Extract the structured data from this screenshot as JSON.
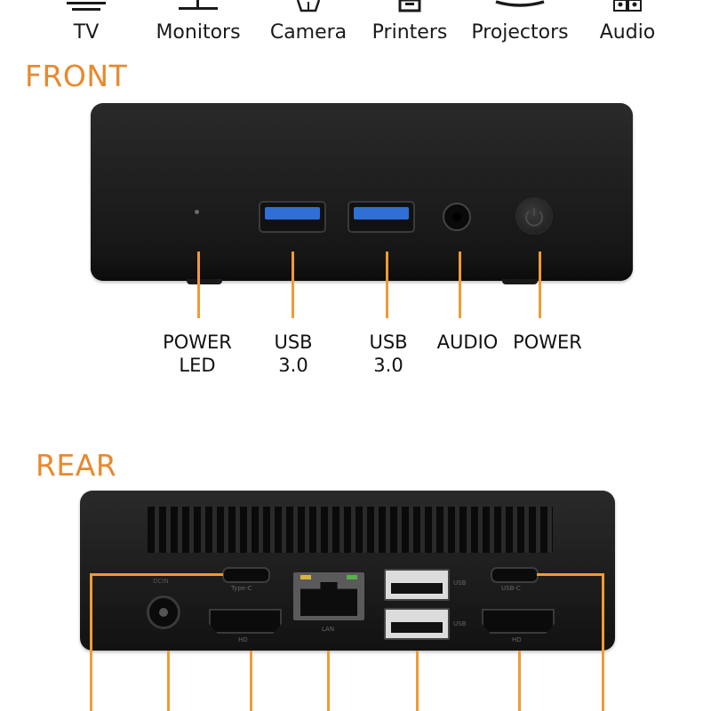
{
  "categories": [
    {
      "label": "TV",
      "icon": "tv-icon"
    },
    {
      "label": "Monitors",
      "icon": "monitor-icon"
    },
    {
      "label": "Camera",
      "icon": "camera-icon"
    },
    {
      "label": "Printers",
      "icon": "printer-icon"
    },
    {
      "label": "Projectors",
      "icon": "projector-icon"
    },
    {
      "label": "Audio",
      "icon": "speaker-icon"
    }
  ],
  "front": {
    "title": "FRONT",
    "ports": [
      {
        "line1": "POWER",
        "line2": "LED"
      },
      {
        "line1": "USB",
        "line2": "3.0"
      },
      {
        "line1": "USB",
        "line2": "3.0"
      },
      {
        "line1": "AUDIO",
        "line2": ""
      },
      {
        "line1": "POWER",
        "line2": ""
      }
    ]
  },
  "rear": {
    "title": "REAR",
    "port_markings": {
      "dc": "DCIN",
      "typec_left": "Type-C",
      "hdmi_left": "HD",
      "lan": "LAN",
      "usb_top": "USB",
      "usb_bottom": "USB",
      "typec_right": "USB-C",
      "hdmi_right": "HD"
    }
  },
  "colors": {
    "accent": "#f19a36",
    "title_orange": "#e8892e",
    "usb_blue": "#2f6fd6",
    "device_body": "#1f1f1f"
  }
}
